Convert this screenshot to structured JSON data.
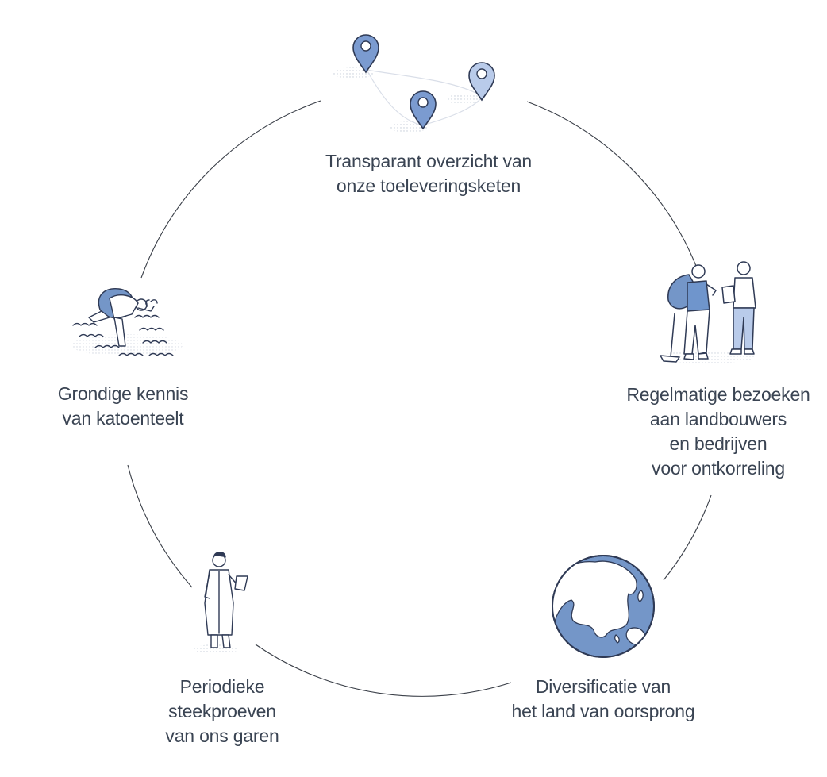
{
  "diagram": {
    "stages": [
      {
        "id": "supply-chain",
        "lines": [
          "Transparant overzicht van",
          "onze toeleveringsketen"
        ],
        "icon": "map-pins-icon"
      },
      {
        "id": "visits",
        "lines": [
          "Regelmatige bezoeken",
          "aan landbouwers",
          "en bedrijven",
          "voor ontkorreling"
        ],
        "icon": "farmer-visit-icon"
      },
      {
        "id": "origin",
        "lines": [
          "Diversificatie van",
          "het land van oorsprong"
        ],
        "icon": "globe-icon"
      },
      {
        "id": "sampling",
        "lines": [
          "Periodieke",
          "steekproeven",
          "van ons garen"
        ],
        "icon": "lab-scientist-icon"
      },
      {
        "id": "knowledge",
        "lines": [
          "Grondige kennis",
          "van katoenteelt"
        ],
        "icon": "cotton-farmer-icon"
      }
    ]
  },
  "colors": {
    "line": "#3a3f48",
    "ink": "#2f3a55",
    "pin_dark": "#7b9bd0",
    "pin_light": "#b9cbea",
    "shirt": "#6f95cc",
    "ocean": "#7496c8",
    "land": "#ffffff",
    "text": "#3a4453"
  }
}
